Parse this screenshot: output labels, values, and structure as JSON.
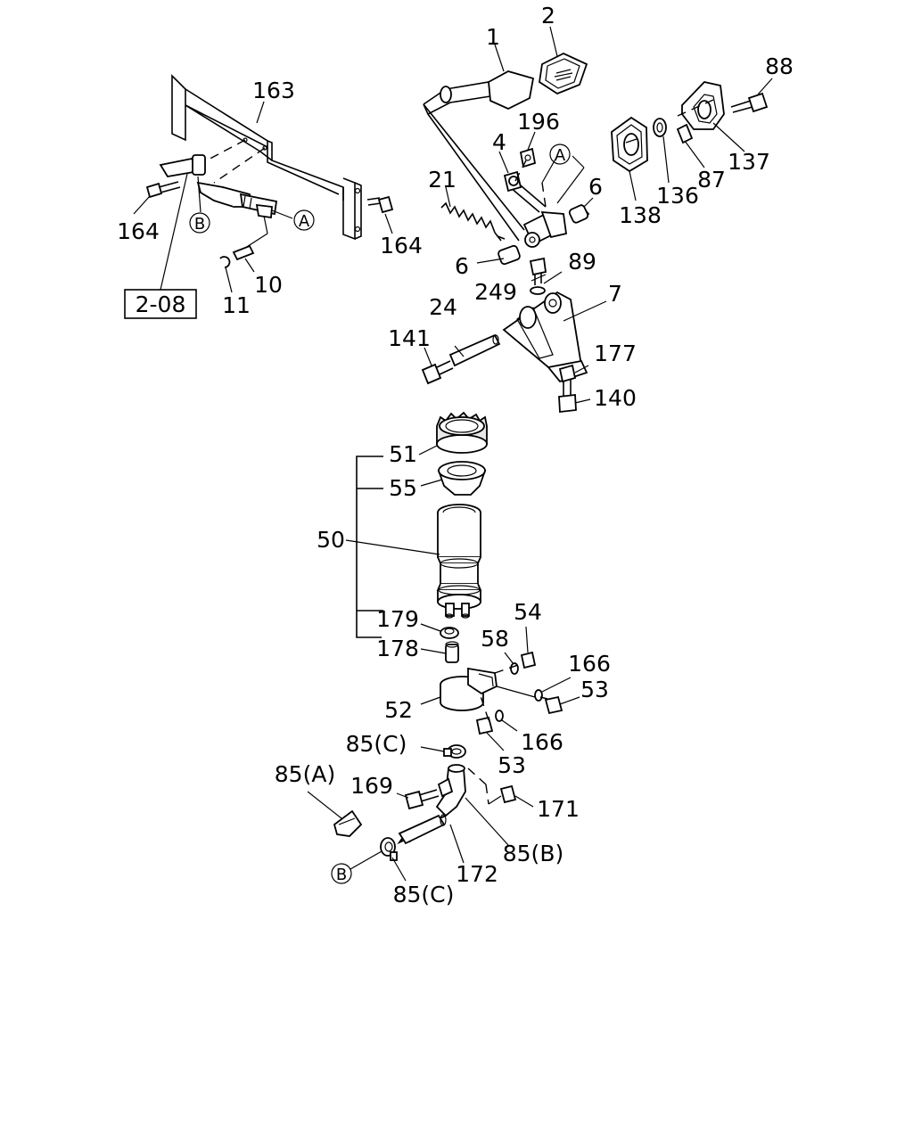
{
  "callouts": [
    {
      "id": "p163",
      "text": "163"
    },
    {
      "id": "p164a",
      "text": "164"
    },
    {
      "id": "p164b",
      "text": "164"
    },
    {
      "id": "p10",
      "text": "10"
    },
    {
      "id": "p11",
      "text": "11"
    },
    {
      "id": "p1",
      "text": "1"
    },
    {
      "id": "p2",
      "text": "2"
    },
    {
      "id": "p196",
      "text": "196"
    },
    {
      "id": "p4",
      "text": "4"
    },
    {
      "id": "p21",
      "text": "21"
    },
    {
      "id": "p6a",
      "text": "6"
    },
    {
      "id": "p6b",
      "text": "6"
    },
    {
      "id": "p88",
      "text": "88"
    },
    {
      "id": "p137",
      "text": "137"
    },
    {
      "id": "p136",
      "text": "136"
    },
    {
      "id": "p87",
      "text": "87"
    },
    {
      "id": "p138",
      "text": "138"
    },
    {
      "id": "p89",
      "text": "89"
    },
    {
      "id": "p249",
      "text": "249"
    },
    {
      "id": "p7",
      "text": "7"
    },
    {
      "id": "p24",
      "text": "24"
    },
    {
      "id": "p141",
      "text": "141"
    },
    {
      "id": "p177",
      "text": "177"
    },
    {
      "id": "p140",
      "text": "140"
    },
    {
      "id": "p51",
      "text": "51"
    },
    {
      "id": "p55",
      "text": "55"
    },
    {
      "id": "p50",
      "text": "50"
    },
    {
      "id": "p179",
      "text": "179"
    },
    {
      "id": "p178",
      "text": "178"
    },
    {
      "id": "p54",
      "text": "54"
    },
    {
      "id": "p58",
      "text": "58"
    },
    {
      "id": "p166a",
      "text": "166"
    },
    {
      "id": "p53a",
      "text": "53"
    },
    {
      "id": "p52",
      "text": "52"
    },
    {
      "id": "p166b",
      "text": "166"
    },
    {
      "id": "p53b",
      "text": "53"
    },
    {
      "id": "p85c1",
      "text": "85(C)"
    },
    {
      "id": "p85a",
      "text": "85(A)"
    },
    {
      "id": "p169",
      "text": "169"
    },
    {
      "id": "p171",
      "text": "171"
    },
    {
      "id": "p85b",
      "text": "85(B)"
    },
    {
      "id": "p172",
      "text": "172"
    },
    {
      "id": "p85c2",
      "text": "85(C)"
    }
  ],
  "reference_box": "2-08",
  "connector_refs": [
    "A",
    "B"
  ]
}
